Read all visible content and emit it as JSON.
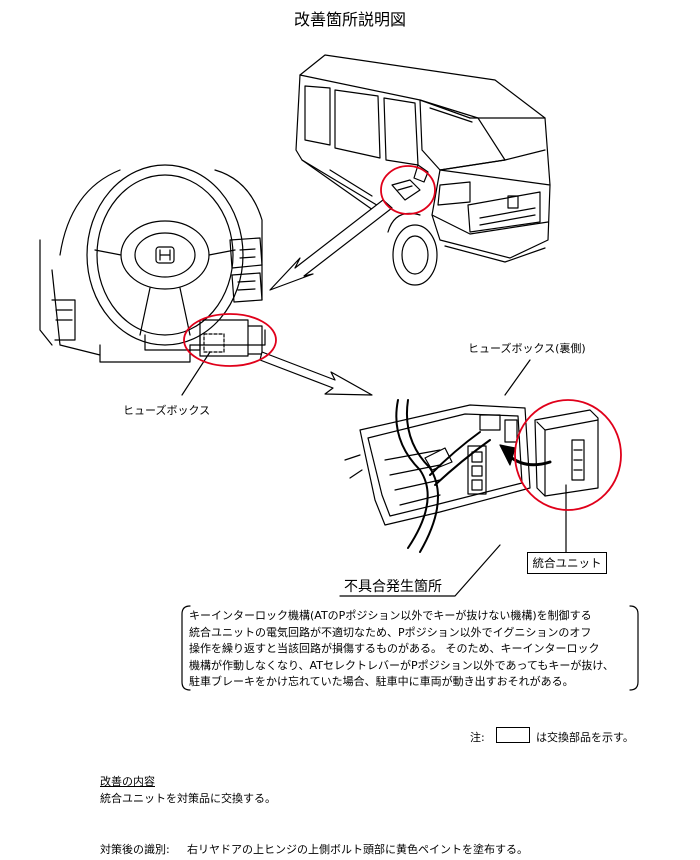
{
  "title": "改善箇所説明図",
  "labels": {
    "fuse_box": "ヒューズボックス",
    "fuse_box_back": "ヒューズボックス(裏側)",
    "integrated_unit": "統合ユニット",
    "defect_location": "不具合発生箇所"
  },
  "description": [
    "キーインターロック機構(ATのPポジション以外でキーが抜けない機構)を制御する",
    "統合ユニットの電気回路が不適切なため、Pポジション以外でイグニションのオフ",
    "操作を繰り返すと当該回路が損傷するものがある。 そのため、キーインターロック",
    "機構が作動しなくなり、ATセレクトレバーがPポジション以外であってもキーが抜け、",
    "駐車ブレーキをかけ忘れていた場合、駐車中に車両が動き出すおそれがある。"
  ],
  "note": {
    "prefix": "注:",
    "suffix": "は交換部品を示す。"
  },
  "improvement": {
    "heading": "改善の内容",
    "text": "統合ユニットを対策品に交換する。"
  },
  "identification": {
    "label": "対策後の識別:",
    "text": "右リヤドアの上ヒンジの上側ボルト頭部に黄色ペイントを塗布する。"
  },
  "colors": {
    "highlight": "#e0001a",
    "line": "#000000"
  }
}
